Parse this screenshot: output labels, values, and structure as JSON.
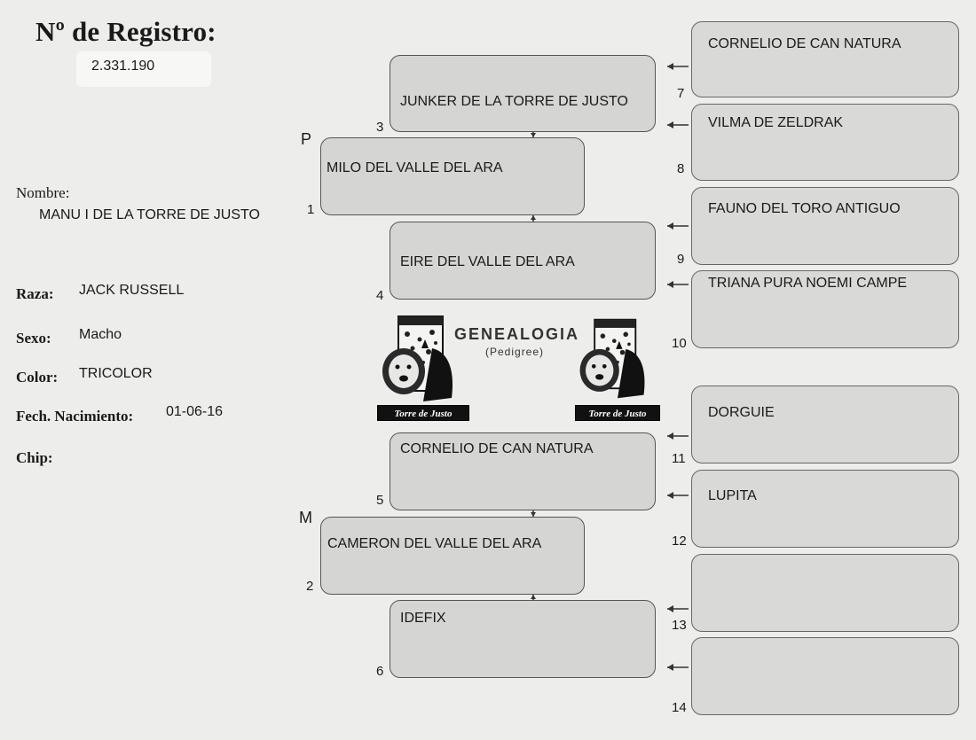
{
  "registro": {
    "label": "Nº de Registro:",
    "value": "2.331.190"
  },
  "dog": {
    "nombre_label": "Nombre:",
    "nombre": "MANU I DE LA TORRE DE JUSTO",
    "raza_label": "Raza:",
    "raza": "JACK RUSSELL",
    "sexo_label": "Sexo:",
    "sexo": "Macho",
    "color_label": "Color:",
    "color": "TRICOLOR",
    "fecha_label": "Fech. Nacimiento:",
    "fecha": "01-06-16",
    "chip_label": "Chip:",
    "chip": ""
  },
  "side_labels": {
    "padre": "P",
    "madre": "M"
  },
  "logo": {
    "title": "GENEALOGIA",
    "subtitle": "(Pedigree)",
    "badge": "Torre de Justo"
  },
  "pedigree": {
    "n1": {
      "num": "1",
      "name": "MILO DEL VALLE DEL ARA"
    },
    "n2": {
      "num": "2",
      "name": "CAMERON DEL VALLE DEL ARA"
    },
    "n3": {
      "num": "3",
      "name": "JUNKER DE LA TORRE DE JUSTO"
    },
    "n4": {
      "num": "4",
      "name": "EIRE DEL VALLE DEL ARA"
    },
    "n5": {
      "num": "5",
      "name": "CORNELIO DE CAN NATURA"
    },
    "n6": {
      "num": "6",
      "name": "IDEFIX"
    },
    "n7": {
      "num": "7",
      "name": "CORNELIO DE CAN NATURA"
    },
    "n8": {
      "num": "8",
      "name": "VILMA DE ZELDRAK"
    },
    "n9": {
      "num": "9",
      "name": "FAUNO DEL TORO ANTIGUO"
    },
    "n10": {
      "num": "10",
      "name": "TRIANA PURA  NOEMI CAMPE"
    },
    "n11": {
      "num": "11",
      "name": "DORGUIE"
    },
    "n12": {
      "num": "12",
      "name": "LUPITA"
    },
    "n13": {
      "num": "13",
      "name": ""
    },
    "n14": {
      "num": "14",
      "name": ""
    }
  }
}
